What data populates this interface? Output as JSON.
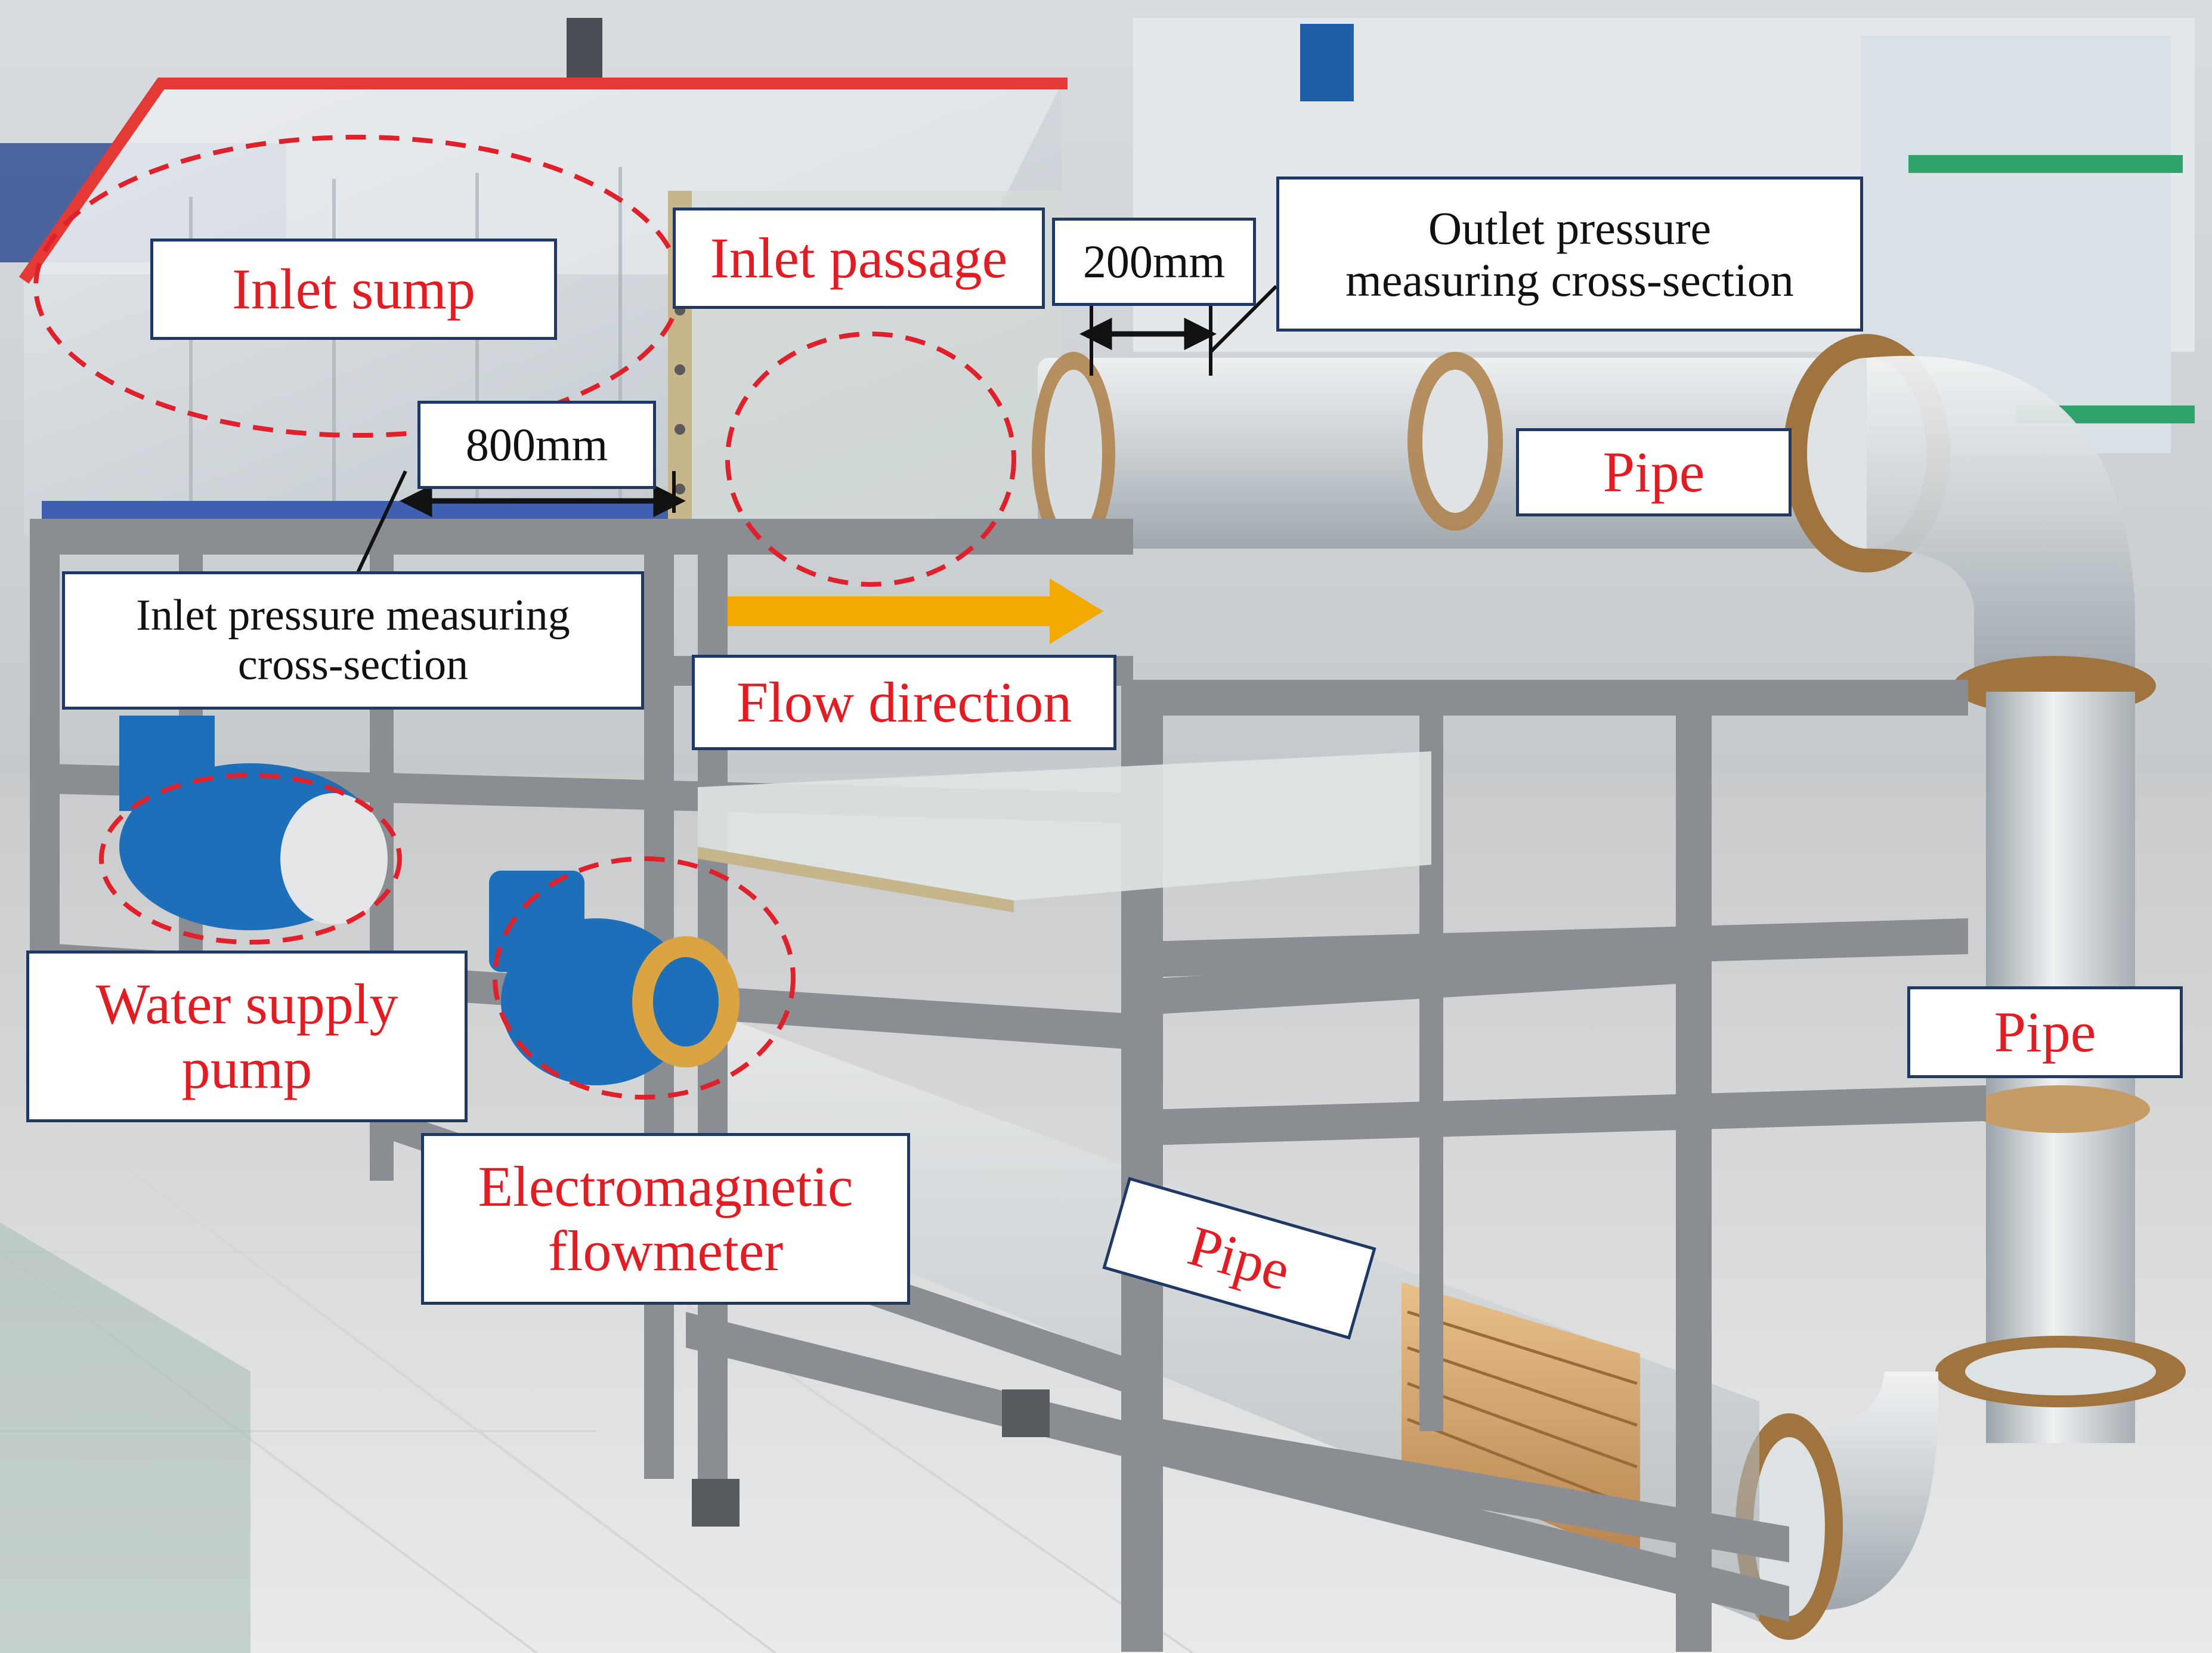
{
  "figure": {
    "labels": {
      "inlet_sump": "Inlet sump",
      "inlet_passage": "Inlet passage",
      "dim_200": "200mm",
      "outlet_pressure_line1": "Outlet pressure",
      "outlet_pressure_line2": "measuring cross-section",
      "dim_800": "800mm",
      "pipe_top": "Pipe",
      "inlet_pressure_line1": "Inlet pressure measuring",
      "inlet_pressure_line2": "cross-section",
      "flow_direction": "Flow direction",
      "water_pump_line1": "Water supply",
      "water_pump_line2": "pump",
      "pipe_right": "Pipe",
      "flowmeter_line1": "Electromagnetic",
      "flowmeter_line2": "flowmeter",
      "pipe_bottom": "Pipe"
    },
    "colors": {
      "label_red_text": "#e31b23",
      "label_border": "#1f3864",
      "dashed_circle": "#e0202a",
      "flow_arrow": "#f2a900",
      "sump_top_edge": "#e53935",
      "sump_base_edge": "#3f5fb0",
      "frame_gray": "#8a8d91",
      "pump_blue": "#1c6fb8"
    }
  }
}
